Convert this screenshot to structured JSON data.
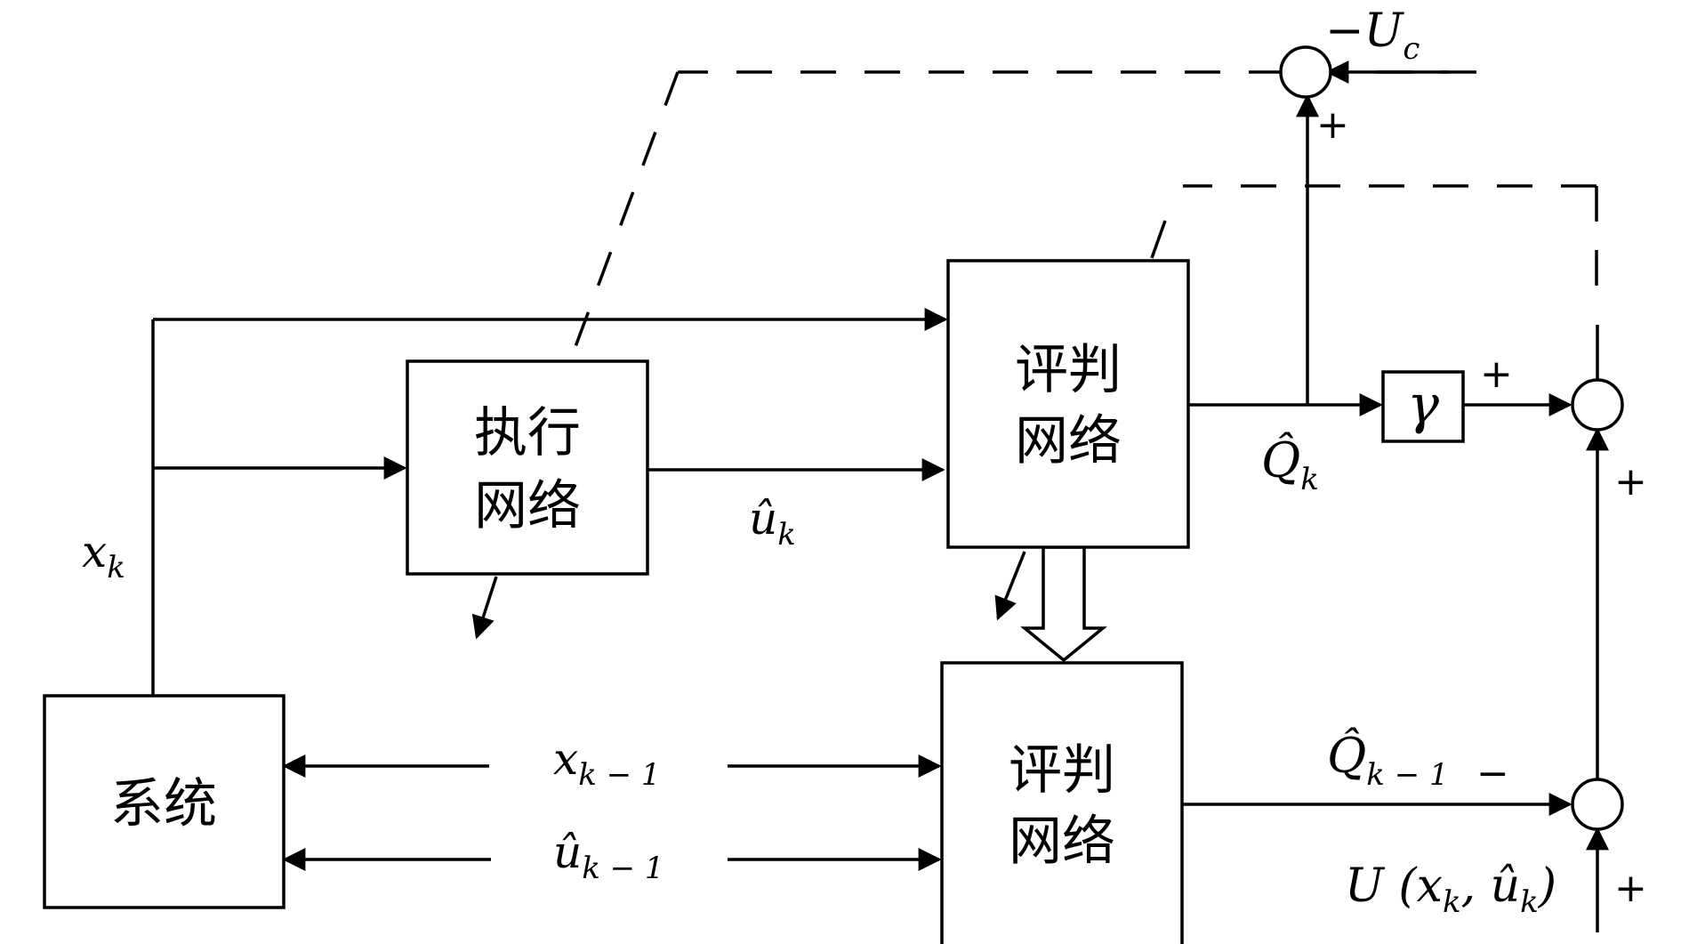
{
  "blocks": {
    "actor": {
      "line1": "执行",
      "line2": "网络"
    },
    "critic_top": {
      "line1": "评判",
      "line2": "网络"
    },
    "critic_bottom": {
      "line1": "评判",
      "line2": "网络"
    },
    "system": {
      "label": "系统"
    },
    "gamma": {
      "label": "γ"
    }
  },
  "signals": {
    "x_k": {
      "base": "x",
      "sub": "k"
    },
    "u_hat_k": {
      "base": "û",
      "sub": "k"
    },
    "q_hat_k": {
      "base": "Q̂",
      "sub": "k"
    },
    "x_k_1": {
      "base": "x",
      "sub": "k",
      "tail": " − 1"
    },
    "u_hat_k_1": {
      "base": "û",
      "sub": "k",
      "tail": " − 1"
    },
    "q_hat_k_1": {
      "base": "Q̂",
      "sub": "k",
      "tail": " − 1"
    },
    "minus_uc": {
      "prefix": "−",
      "base": "U",
      "sub": "c"
    },
    "utility": {
      "text": "U (x",
      "sub1": "k",
      "mid": ", û",
      "sub2": "k",
      "tail": ")"
    }
  },
  "signs": {
    "top_sum_plus": "+",
    "gamma_out_plus": "+",
    "right_sum_plus": "+",
    "bottom_sum_minus": "−",
    "bottom_sum_plus": "+"
  }
}
